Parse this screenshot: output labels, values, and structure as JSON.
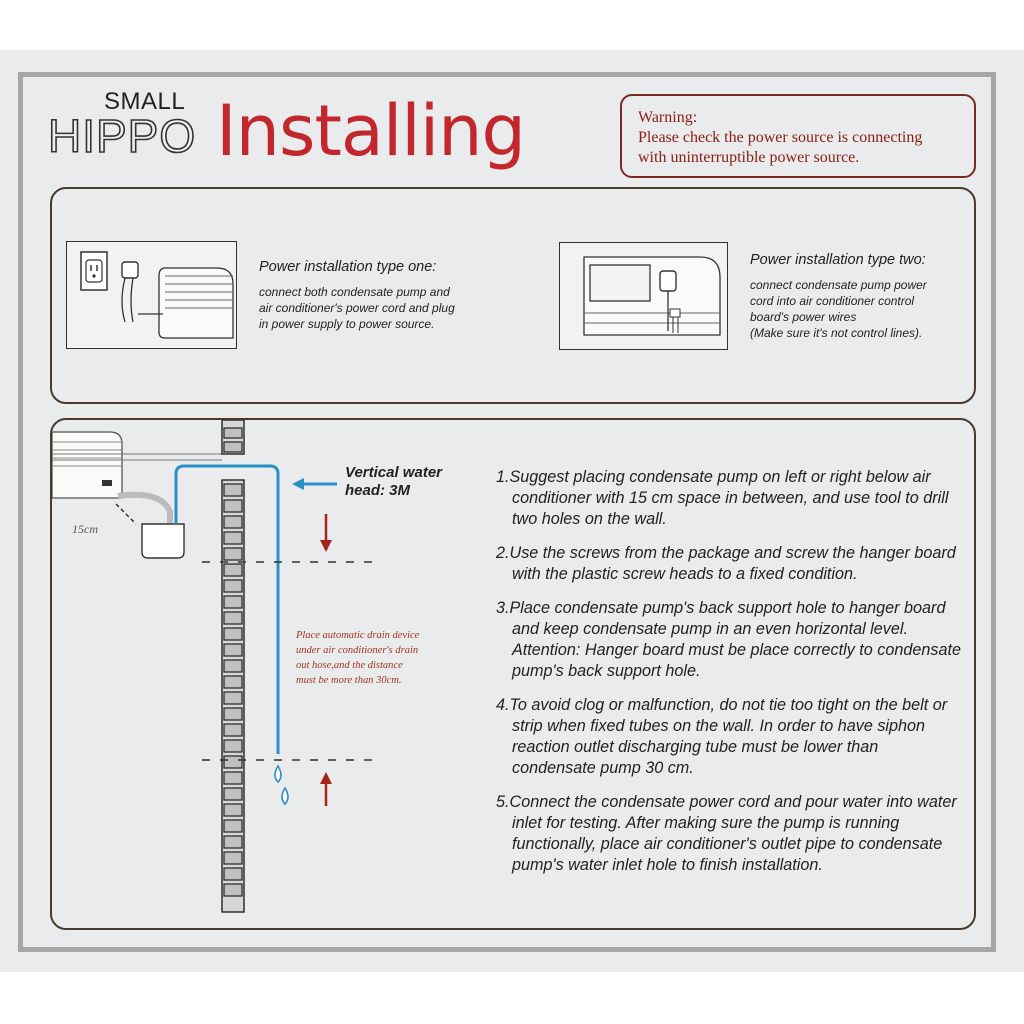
{
  "brand": {
    "small": "SMALL",
    "big": "HIPPO"
  },
  "title": "Installing",
  "warning": {
    "heading": "Warning:",
    "line1": "Please check the power source is connecting",
    "line2": "with uninterruptible power source."
  },
  "power": {
    "type_one": {
      "title": "Power installation type one:",
      "lines": [
        "connect both condensate pump and",
        "air conditioner's power cord and plug",
        "in power supply to power source."
      ]
    },
    "type_two": {
      "title": "Power installation type two:",
      "lines": [
        "connect condensate pump power",
        "cord into air conditioner control",
        "board's power wires",
        "(Make sure it's not control lines)."
      ]
    }
  },
  "diagram": {
    "head_label_1": "Vertical water",
    "head_label_2": "head: 3M",
    "distance_label": "15cm",
    "note_lines": [
      "Place automatic drain device",
      "under air conditioner's drain",
      "out hose,and the distance",
      "must be more than 30cm."
    ],
    "colors": {
      "tube": "#2a8fc2",
      "arrow": "#a8231a",
      "note": "#a0361f"
    }
  },
  "steps": [
    "1.Suggest placing condensate pump on left or right below air conditioner with 15 cm space in between, and use tool to drill two holes on the wall.",
    "2.Use the screws from the package and screw the hanger board with the plastic screw heads to a fixed condition.",
    "3.Place condensate pump's back support hole to hanger board and keep condensate pump in an even horizontal level. Attention: Hanger board must be place correctly to condensate pump's back support hole.",
    "4.To avoid clog or malfunction, do not tie too tight on the belt or strip when fixed tubes on the wall. In order to have siphon reaction outlet discharging tube must be lower than condensate pump 30 cm.",
    "5.Connect the condensate power cord and pour water into water inlet for testing. After making sure the pump is running functionally, place air conditioner's outlet pipe to condensate pump's water inlet hole to finish installation."
  ]
}
